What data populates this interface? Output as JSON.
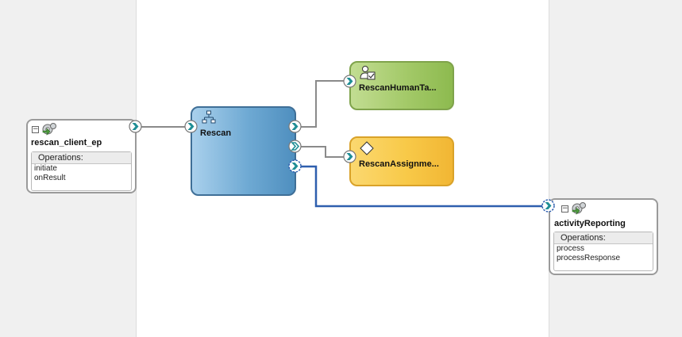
{
  "endpoints": {
    "service": {
      "title": "rescan_client_ep",
      "operations_header": "Operations:",
      "operations": [
        "initiate",
        "onResult"
      ],
      "icon": "gear-icon"
    },
    "reference": {
      "title": "activityReporting",
      "operations_header": "Operations:",
      "operations": [
        "process",
        "processResponse"
      ],
      "icon": "gear-icon"
    }
  },
  "components": {
    "bpel": {
      "label": "Rescan",
      "icon": "process-tree-icon"
    },
    "human_task": {
      "label": "RescanHumanTa...",
      "icon": "human-task-icon"
    },
    "rule": {
      "label": "RescanAssignme...",
      "icon": "business-rule-icon"
    }
  },
  "colors": {
    "swimlane": "#f0f0f0",
    "wire": "#8a8a8a",
    "selected_wire": "#2e5fae",
    "bpel": "#6aa7d2",
    "human_task": "#a3c968",
    "rule": "#f8c948",
    "port": "#1f8e95"
  }
}
